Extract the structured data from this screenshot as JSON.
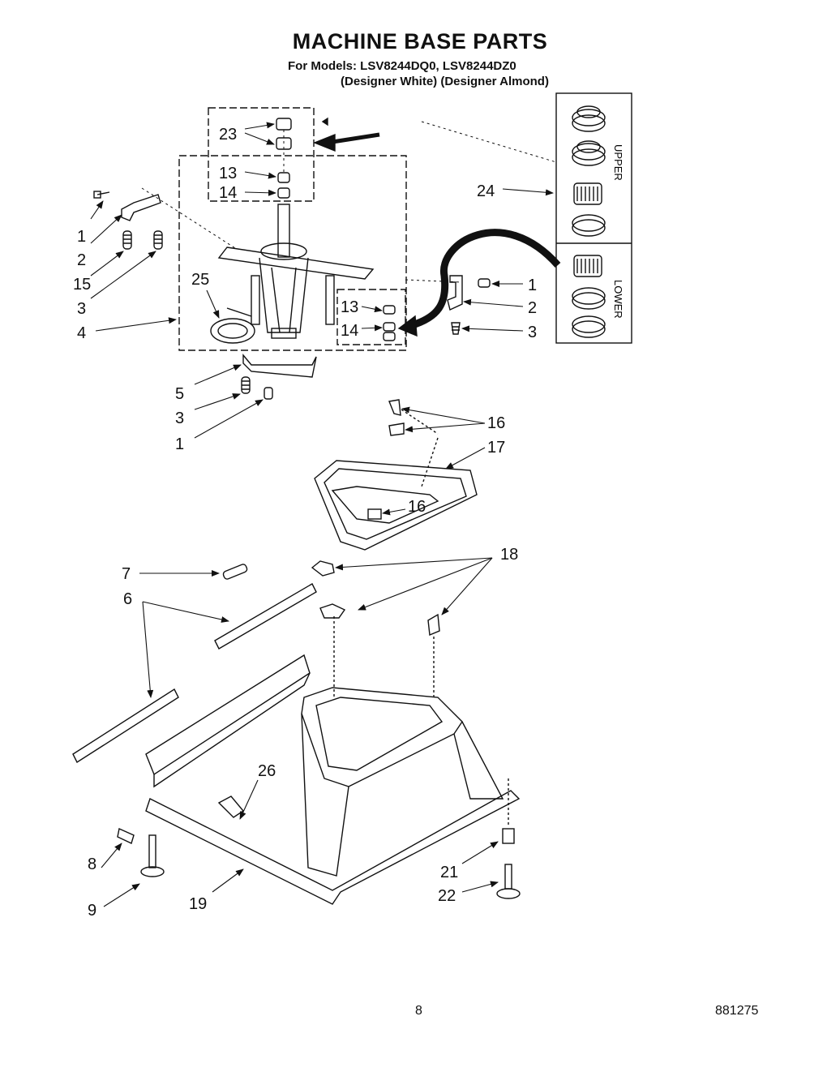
{
  "title": "MACHINE BASE PARTS",
  "models_line": "For Models: LSV8244DQ0,  LSV8244DZ0",
  "colors_line": "(Designer White) (Designer Almond)",
  "page_number": "8",
  "document_number": "881275",
  "inset": {
    "upper_label": "UPPER",
    "lower_label": "LOWER"
  },
  "callouts": [
    {
      "id": "c23",
      "label": "23"
    },
    {
      "id": "c13a",
      "label": "13"
    },
    {
      "id": "c14a",
      "label": "14"
    },
    {
      "id": "c24",
      "label": "24"
    },
    {
      "id": "c1a",
      "label": "1"
    },
    {
      "id": "c2a",
      "label": "2"
    },
    {
      "id": "c15",
      "label": "15"
    },
    {
      "id": "c3a",
      "label": "3"
    },
    {
      "id": "c25",
      "label": "25"
    },
    {
      "id": "c4",
      "label": "4"
    },
    {
      "id": "c13b",
      "label": "13"
    },
    {
      "id": "c14b",
      "label": "14"
    },
    {
      "id": "c1b",
      "label": "1"
    },
    {
      "id": "c2b",
      "label": "2"
    },
    {
      "id": "c3b",
      "label": "3"
    },
    {
      "id": "c5",
      "label": "5"
    },
    {
      "id": "c3c",
      "label": "3"
    },
    {
      "id": "c1c",
      "label": "1"
    },
    {
      "id": "c16a",
      "label": "16"
    },
    {
      "id": "c17",
      "label": "17"
    },
    {
      "id": "c16b",
      "label": "16"
    },
    {
      "id": "c18",
      "label": "18"
    },
    {
      "id": "c7",
      "label": "7"
    },
    {
      "id": "c6",
      "label": "6"
    },
    {
      "id": "c26",
      "label": "26"
    },
    {
      "id": "c8",
      "label": "8"
    },
    {
      "id": "c9",
      "label": "9"
    },
    {
      "id": "c19",
      "label": "19"
    },
    {
      "id": "c21",
      "label": "21"
    },
    {
      "id": "c22",
      "label": "22"
    }
  ]
}
